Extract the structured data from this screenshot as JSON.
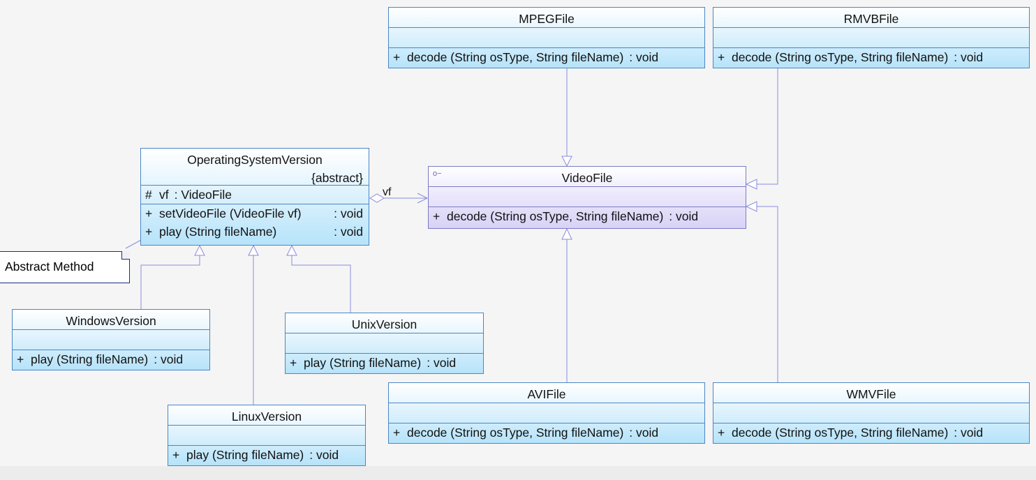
{
  "classes": {
    "mpeg": {
      "name": "MPEGFile",
      "operations": [
        {
          "visibility": "+",
          "signature": "decode (String osType, String fileName)",
          "type": ": void"
        }
      ]
    },
    "rmvb": {
      "name": "RMVBFile",
      "operations": [
        {
          "visibility": "+",
          "signature": "decode (String osType, String fileName)",
          "type": ": void"
        }
      ]
    },
    "os": {
      "name": "OperatingSystemVersion",
      "stereotype": "{abstract}",
      "attributes": [
        {
          "visibility": "#",
          "name": "vf",
          "type": ": VideoFile"
        }
      ],
      "operations": [
        {
          "visibility": "+",
          "signature": "setVideoFile (VideoFile vf)",
          "type": ": void"
        },
        {
          "visibility": "+",
          "signature": "play (String fileName)",
          "type": ": void"
        }
      ]
    },
    "video": {
      "name": "VideoFile",
      "icon": "interface-lollipop-icon",
      "operations": [
        {
          "visibility": "+",
          "signature": "decode (String osType, String fileName)",
          "type": ": void"
        }
      ]
    },
    "windows": {
      "name": "WindowsVersion",
      "operations": [
        {
          "visibility": "+",
          "signature": "play (String fileName)",
          "type": ": void"
        }
      ]
    },
    "unix": {
      "name": "UnixVersion",
      "operations": [
        {
          "visibility": "+",
          "signature": "play (String fileName)",
          "type": ": void"
        }
      ]
    },
    "avi": {
      "name": "AVIFile",
      "operations": [
        {
          "visibility": "+",
          "signature": "decode (String osType, String fileName)",
          "type": ": void"
        }
      ]
    },
    "wmv": {
      "name": "WMVFile",
      "operations": [
        {
          "visibility": "+",
          "signature": "decode (String osType, String fileName)",
          "type": ": void"
        }
      ]
    },
    "linux": {
      "name": "LinuxVersion",
      "operations": [
        {
          "visibility": "+",
          "signature": "play (String fileName)",
          "type": ": void"
        }
      ]
    }
  },
  "note": {
    "text": "Abstract Method"
  },
  "association": {
    "role": "vf"
  },
  "colors": {
    "class_border": "#4a86c5",
    "interface_border": "#7b7bc4",
    "connector": "#8a8ae0",
    "note_border": "#1a2a8a"
  }
}
